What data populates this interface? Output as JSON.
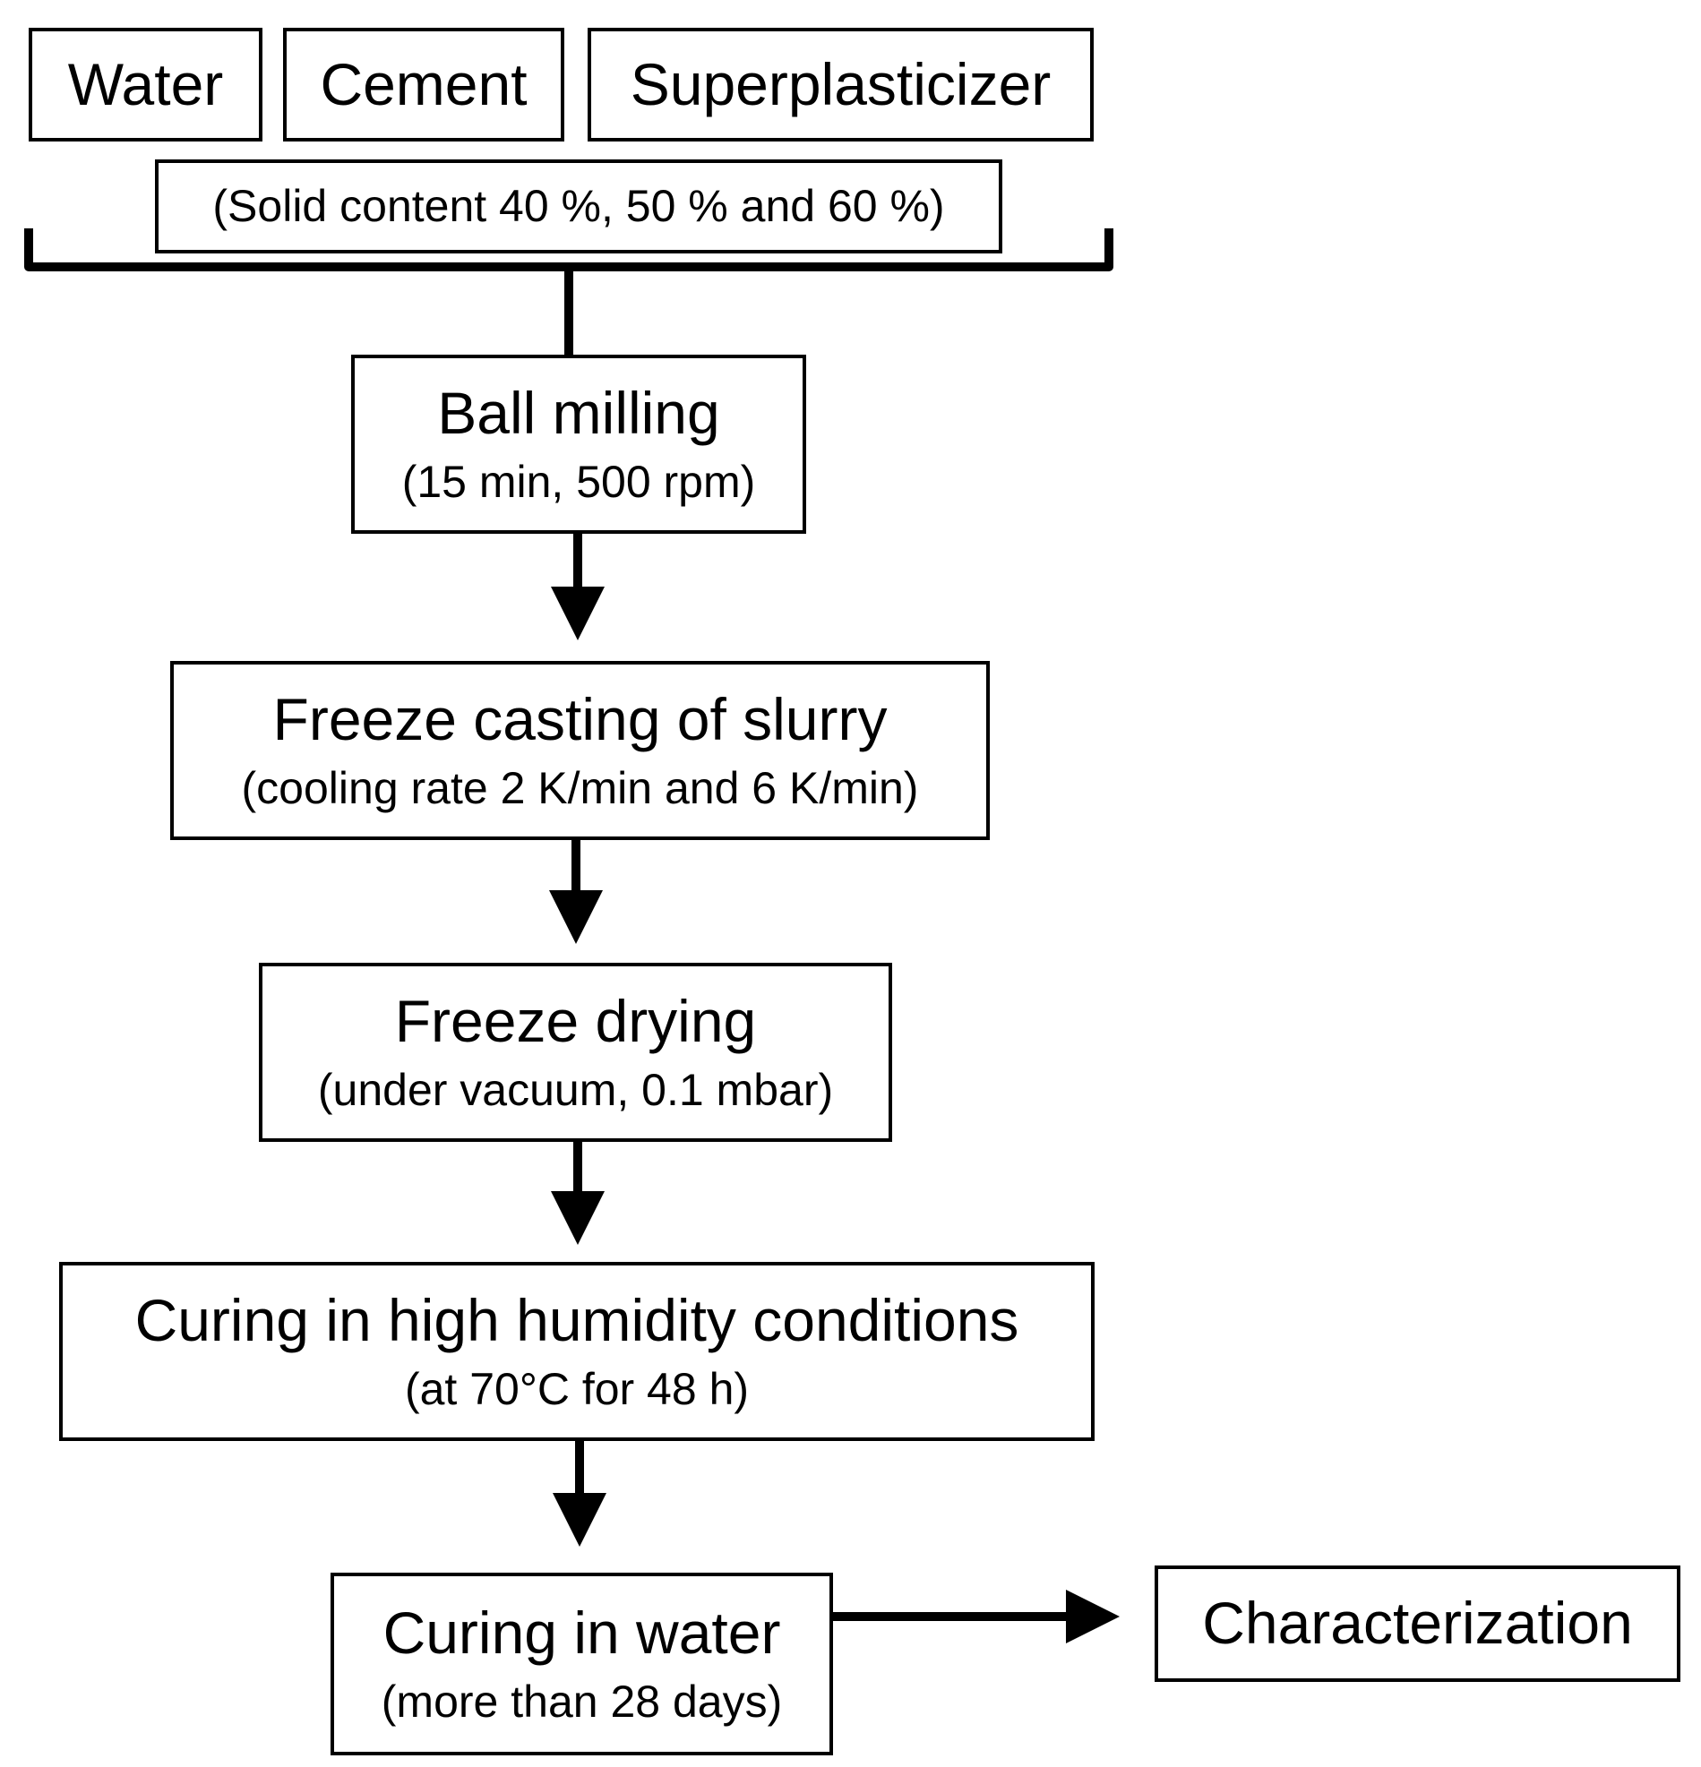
{
  "inputs": [
    "Water",
    "Cement",
    "Superplasticizer"
  ],
  "solid_content": "(Solid content 40 %, 50 % and 60 %)",
  "steps": [
    {
      "title": "Ball milling",
      "detail": "(15 min, 500 rpm)"
    },
    {
      "title": "Freeze casting of slurry",
      "detail": "(cooling rate 2 K/min and 6 K/min)"
    },
    {
      "title": "Freeze drying",
      "detail": "(under vacuum, 0.1 mbar)"
    },
    {
      "title": "Curing in high humidity conditions",
      "detail": "(at 70°C for 48 h)"
    },
    {
      "title": "Curing in water",
      "detail": "(more than 28 days)"
    }
  ],
  "final": "Characterization",
  "colors": {
    "stroke": "#000000",
    "fill": "#ffffff"
  }
}
